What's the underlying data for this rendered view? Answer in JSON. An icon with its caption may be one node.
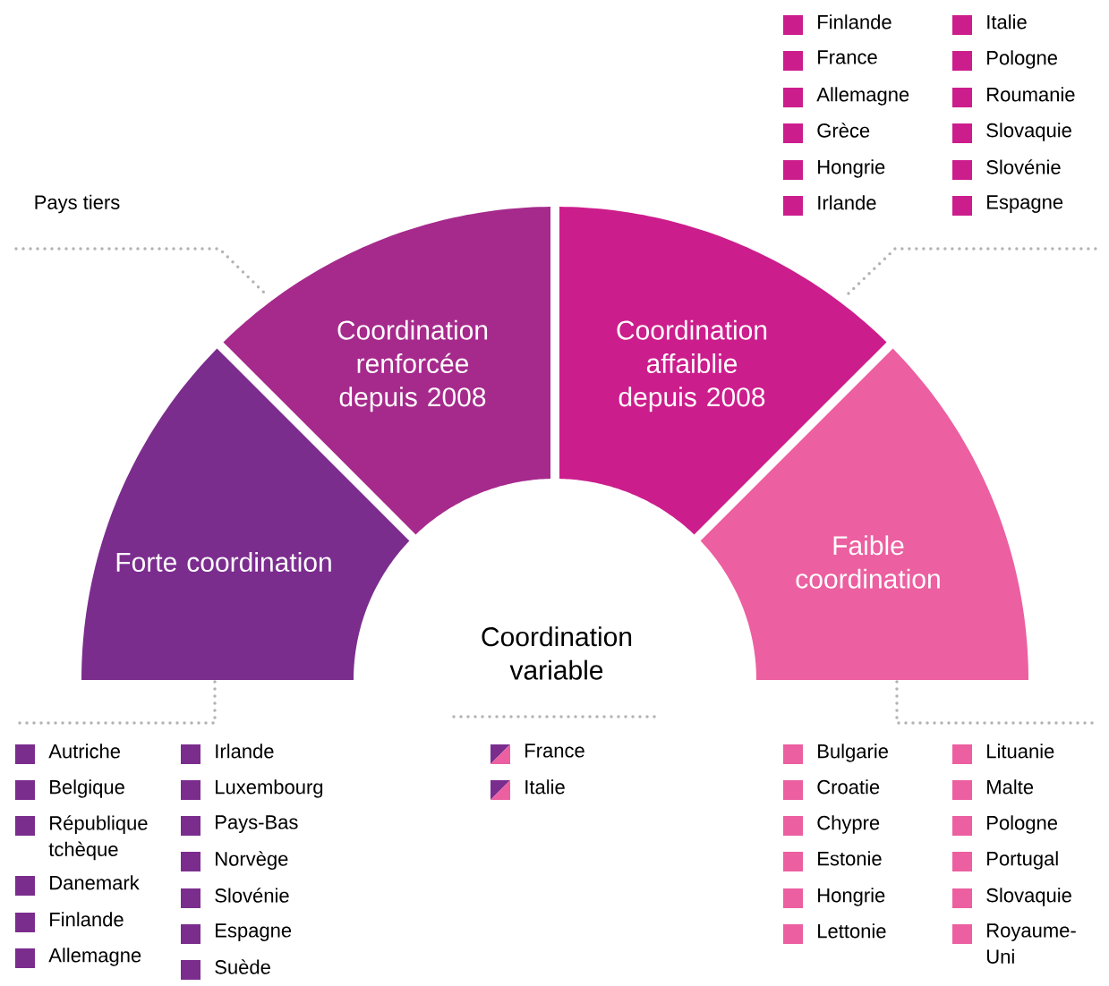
{
  "diagram": {
    "nodes": [
      {
        "text": [
          "Forte coordination"
        ]
      },
      {
        "text": [
          "Coordination renforcée depuis 2008"
        ]
      },
      {
        "text": [
          "Coordination affaiblie depuis 2008"
        ]
      },
      {
        "text": [
          "Faible coordination"
        ]
      }
    ],
    "labels": [
      "Pays tiers",
      "Coordination variable"
    ],
    "legend": [
      {
        "text": "Finlande",
        "color": "#cc1d8c"
      },
      {
        "text": "France",
        "color": "#cc1d8c"
      },
      {
        "text": "Allemagne",
        "color": "#cc1d8c"
      },
      {
        "text": "Grèce",
        "color": "#cc1d8c"
      },
      {
        "text": "Hongrie",
        "color": "#cc1d8c"
      },
      {
        "text": "Irlande",
        "color": "#cc1d8c"
      },
      {
        "text": "Italie",
        "color": "#cc1d8c"
      },
      {
        "text": "Pologne",
        "color": "#cc1d8c"
      },
      {
        "text": "Roumanie",
        "color": "#cc1d8c"
      },
      {
        "text": "Slovaquie",
        "color": "#cc1d8c"
      },
      {
        "text": "Slovénie",
        "color": "#cc1d8c"
      },
      {
        "text": "Espagne",
        "color": "#cc1d8c"
      },
      {
        "text": "Autriche",
        "color": "#7b2d8e"
      },
      {
        "text": "Belgique",
        "color": "#7b2d8e"
      },
      {
        "text": "République tchèque",
        "color": "#7b2d8e"
      },
      {
        "text": "Danemark",
        "color": "#7b2d8e"
      },
      {
        "text": "Finlande",
        "color": "#7b2d8e"
      },
      {
        "text": "Allemagne",
        "color": "#7b2d8e"
      },
      {
        "text": "Irlande",
        "color": "#7b2d8e"
      },
      {
        "text": "Luxembourg",
        "color": "#7b2d8e"
      },
      {
        "text": "Pays-Bas",
        "color": "#7b2d8e"
      },
      {
        "text": "Norvège",
        "color": "#7b2d8e"
      },
      {
        "text": "Slovénie",
        "color": "#7b2d8e"
      },
      {
        "text": "Espagne",
        "color": "#7b2d8e"
      },
      {
        "text": "Suède",
        "color": "#7b2d8e"
      },
      {
        "text": "France"
      },
      {
        "text": "Italie"
      },
      {
        "text": "Bulgarie",
        "color": "#ec5fa0"
      },
      {
        "text": "Croatie",
        "color": "#ec5fa0"
      },
      {
        "text": "Chypre",
        "color": "#ec5fa0"
      },
      {
        "text": "Estonie",
        "color": "#ec5fa0"
      },
      {
        "text": "Hongrie",
        "color": "#ec5fa0"
      },
      {
        "text": "Lettonie",
        "color": "#ec5fa0"
      },
      {
        "text": "Lituanie",
        "color": "#ec5fa0"
      },
      {
        "text": "Malte",
        "color": "#ec5fa0"
      },
      {
        "text": "Pologne",
        "color": "#ec5fa0"
      },
      {
        "text": "Portugal",
        "color": "#ec5fa0"
      },
      {
        "text": "Slovaquie",
        "color": "#ec5fa0"
      },
      {
        "text": "Royaume-Uni",
        "color": "#ec5fa0"
      }
    ]
  }
}
